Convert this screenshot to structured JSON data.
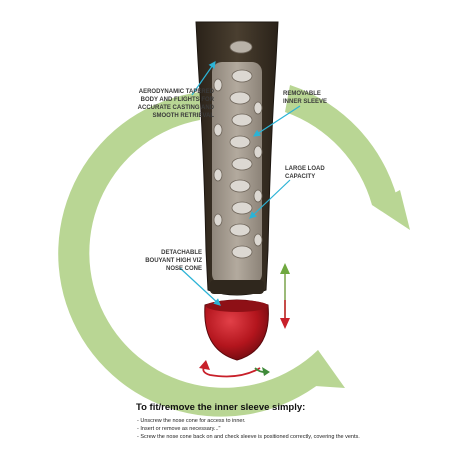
{
  "colors": {
    "swoosh": "#b9d694",
    "body_dark": "#3b3124",
    "sleeve": "#a79e92",
    "vent": "#dcd8d2",
    "nose": "#b3151d",
    "arrow_teal": "#2bb3d6",
    "arrow_red": "#c8202a",
    "arrow_green": "#3f8a3a"
  },
  "callouts": {
    "body": "AERODYNAMIC TAPERED\nBODY AND FLIGHTS FOR\nACCURATE CASTING AND\nSMOOTH RETRIEVAL",
    "sleeve": "REMOVABLE\nINNER SLEEVE",
    "capacity": "LARGE LOAD\nCAPACITY",
    "nose": "DETACHABLE\nBOUYANT HIGH VIZ\nNOSE CONE"
  },
  "instructions": {
    "title": "To fit/remove the inner sleeve simply:",
    "steps": [
      "- Unscrew the nose cone for access to inner.",
      "- Insert or remove as necessary...\"",
      "- Screw the nose cone back on and check sleeve is positioned correctly, covering the vents."
    ]
  }
}
